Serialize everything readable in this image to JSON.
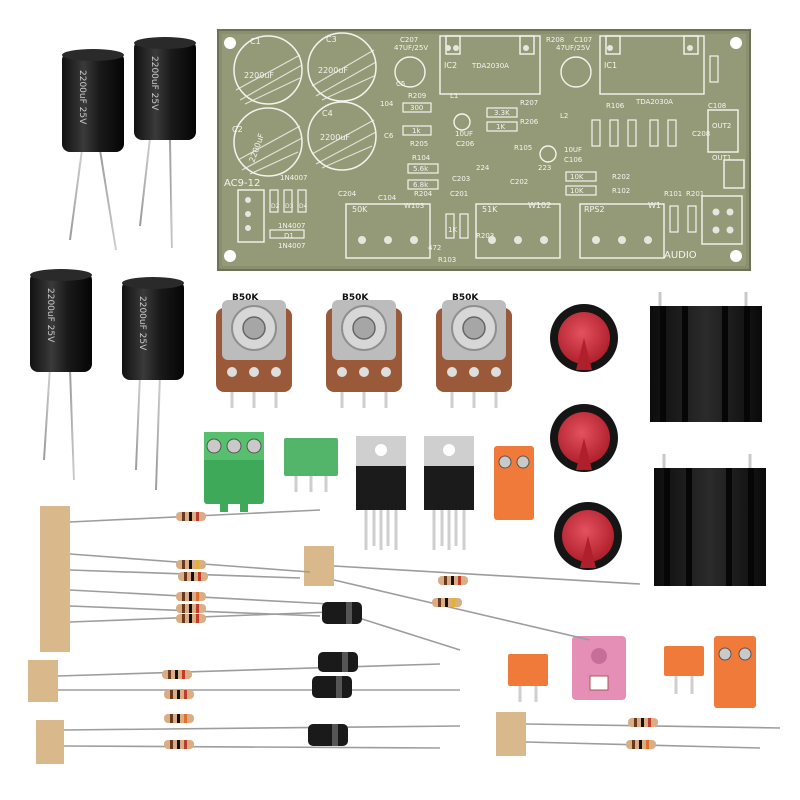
{
  "pcb": {
    "board_label": "AC9-12",
    "audio_label": "AUDIO",
    "ic_labels": [
      "IC2",
      "IC1"
    ],
    "ic_part": "TDA2030A",
    "cap_labels": [
      "C1",
      "C3",
      "C2",
      "C4"
    ],
    "cap_values": [
      "2200uF",
      "2200uF",
      "2200uF",
      "2200uF"
    ],
    "pot_labels": [
      "50K",
      "W103",
      "51K",
      "W102",
      "RPS2",
      "W1"
    ],
    "misc_labels": [
      "R209",
      "300",
      "1k",
      "R205",
      "R207",
      "3.3K",
      "1K",
      "R206",
      "L1",
      "L2",
      "104",
      "C5",
      "C6",
      "10UF",
      "C206",
      "R104",
      "5.6k",
      "6.8k",
      "R204",
      "C201",
      "C203",
      "224",
      "C202",
      "223",
      "10K",
      "R202",
      "R102",
      "R105",
      "10UF",
      "C106",
      "R208",
      "C107",
      "47UF/25V",
      "C207",
      "47UF/25V",
      "R106",
      "C108",
      "1N4007",
      "D1",
      "D2",
      "D3",
      "D4",
      "R101",
      "R201",
      "OUT1",
      "OUT2",
      "C208",
      "R103",
      "R203",
      "C104",
      "C204",
      "472",
      "1K"
    ]
  },
  "parts": {
    "big_cap_text": "2200uF 25V",
    "pot_label": "B50K"
  }
}
